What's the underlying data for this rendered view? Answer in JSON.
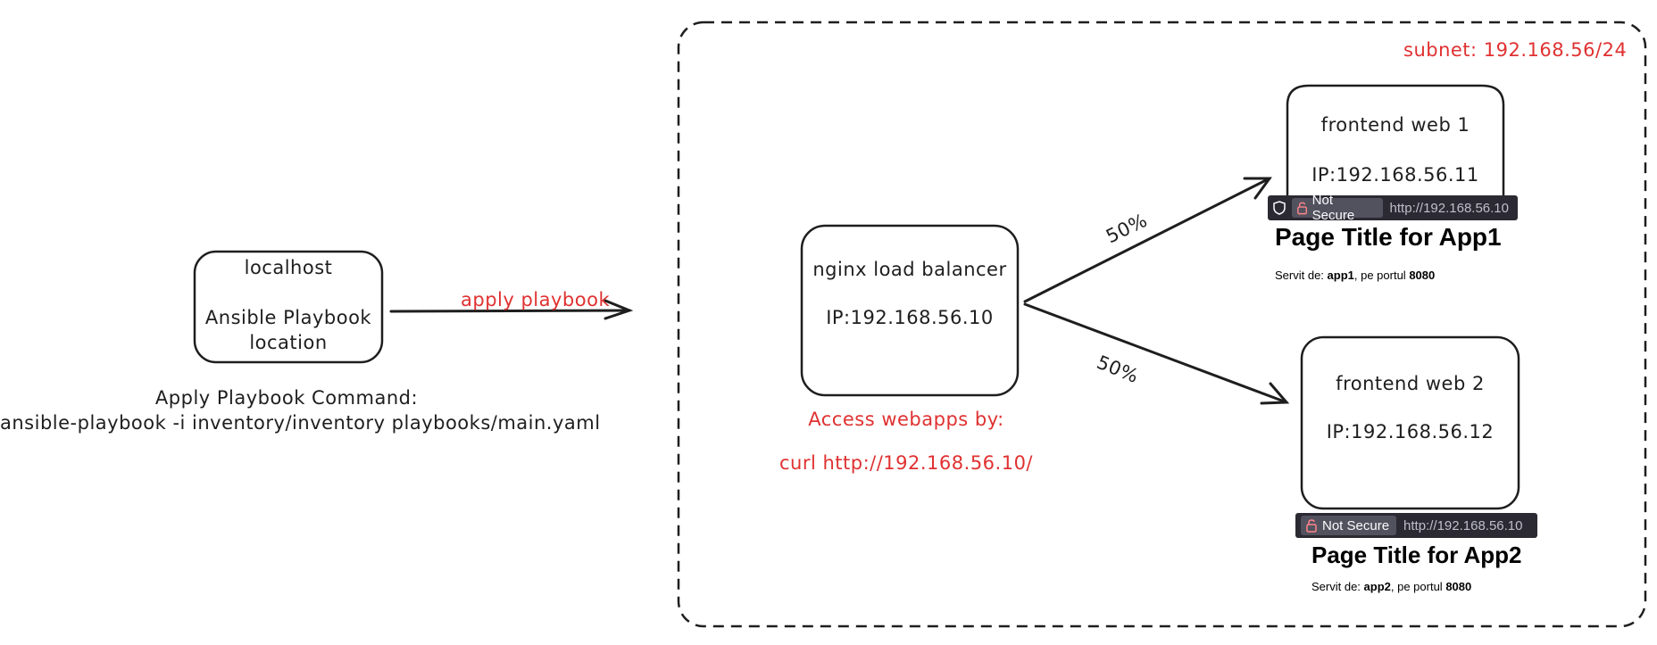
{
  "localhost": {
    "title": "localhost",
    "line1": "Ansible Playbook",
    "line2": "location"
  },
  "command": {
    "label": "Apply Playbook Command:",
    "text": "ansible-playbook -i inventory/inventory playbooks/main.yaml"
  },
  "arrow_label": "apply playbook",
  "subnet": "subnet: 192.168.56/24",
  "lb": {
    "title": "nginx load balancer",
    "ip": "IP:192.168.56.10"
  },
  "access": {
    "label": "Access webapps by:",
    "cmd": "curl http://192.168.56.10/"
  },
  "split": {
    "top": "50%",
    "bottom": "50%"
  },
  "web1": {
    "title": "frontend web 1",
    "ip": "IP:192.168.56.11"
  },
  "web2": {
    "title": "frontend web 2",
    "ip": "IP:192.168.56.12"
  },
  "browser1": {
    "not_secure": "Not Secure",
    "url": "http://192.168.56.10",
    "page_title": "Page Title for App1",
    "served_prefix": "Servit de: ",
    "app": "app1",
    "port_prefix": ", pe portul ",
    "port": "8080"
  },
  "browser2": {
    "not_secure": "Not Secure",
    "url": "http://192.168.56.10",
    "page_title": "Page Title for App2",
    "served_prefix": "Servit de: ",
    "app": "app2",
    "port_prefix": ", pe portul ",
    "port": "8080"
  },
  "colors": {
    "ink": "#1e1e1e",
    "accent_red": "#e03131",
    "urlbar_bg": "#2b2a33",
    "not_secure_bg": "#52525e"
  }
}
